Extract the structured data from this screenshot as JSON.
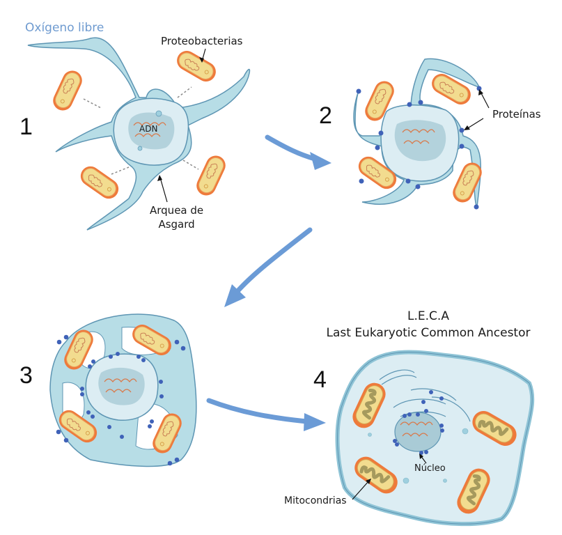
{
  "labels": {
    "oxygen": "Oxígeno libre",
    "proteobacteria": "Proteobacterias",
    "dna": "ADN",
    "archaea_line1": "Arquea de",
    "archaea_line2": "Asgard",
    "proteins": "Proteínas",
    "leca_title": "L.E.C.A",
    "leca_subtitle": "Last Eukaryotic Common Ancestor",
    "nucleus": "Núcleo",
    "mitochondria": "Mitocondrias"
  },
  "steps": [
    "1",
    "2",
    "3",
    "4"
  ],
  "colors": {
    "flow_arrow": "#6b9bd6",
    "membrane_fill": "#b7dde6",
    "membrane_stroke": "#5d95b3",
    "cytoplasm": "#dcedf3",
    "nucleoid": "#a9cbd6",
    "dna": "#d9794a",
    "bacteria_outer": "#ee7a3b",
    "bacteria_inner": "#f2dc8f",
    "protein": "#3f62b8",
    "oxygen_text": "#6f9bd0",
    "mito_cristae": "#b5a66a"
  }
}
